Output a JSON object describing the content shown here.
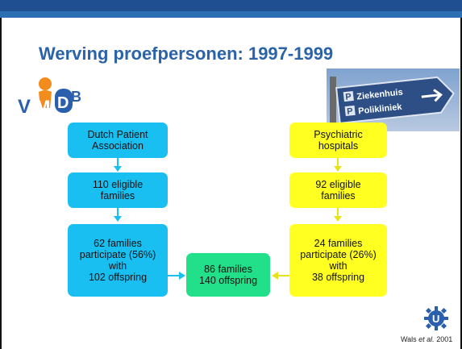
{
  "slide": {
    "title": "Werving proefpersonen: 1997-1999",
    "citation": {
      "pre": "Wals ",
      "italic": "et al.",
      "post": " 2001"
    }
  },
  "logos": {
    "vmdb": {
      "letters": [
        "V",
        "M",
        "D",
        "B"
      ],
      "icon": "vmdb-logo"
    },
    "sign": {
      "lines": [
        "Ziekenhuis",
        "Polikliniek"
      ],
      "letter": "P",
      "icon": "hospital-sign-photo"
    },
    "university": {
      "letter": "U",
      "icon": "utrecht-university-logo"
    }
  },
  "flow": {
    "left": [
      {
        "text": "Dutch Patient\nAssociation"
      },
      {
        "text": "110 eligible\nfamilies"
      },
      {
        "text": "62 families\nparticipate (56%)\nwith\n102 offspring"
      }
    ],
    "right": [
      {
        "text": "Psychiatric\nhospitals"
      },
      {
        "text": "92 eligible\nfamilies"
      },
      {
        "text": "24 families\nparticipate (26%)\nwith\n38 offspring"
      }
    ],
    "merge": {
      "text": "86 families\n140 offspring"
    }
  },
  "colors": {
    "left_boxes": "#19bff0",
    "right_boxes": "#ffff22",
    "merge_box": "#22e08a",
    "title": "#2a63a8",
    "header_bar": "#2e6fb4"
  }
}
